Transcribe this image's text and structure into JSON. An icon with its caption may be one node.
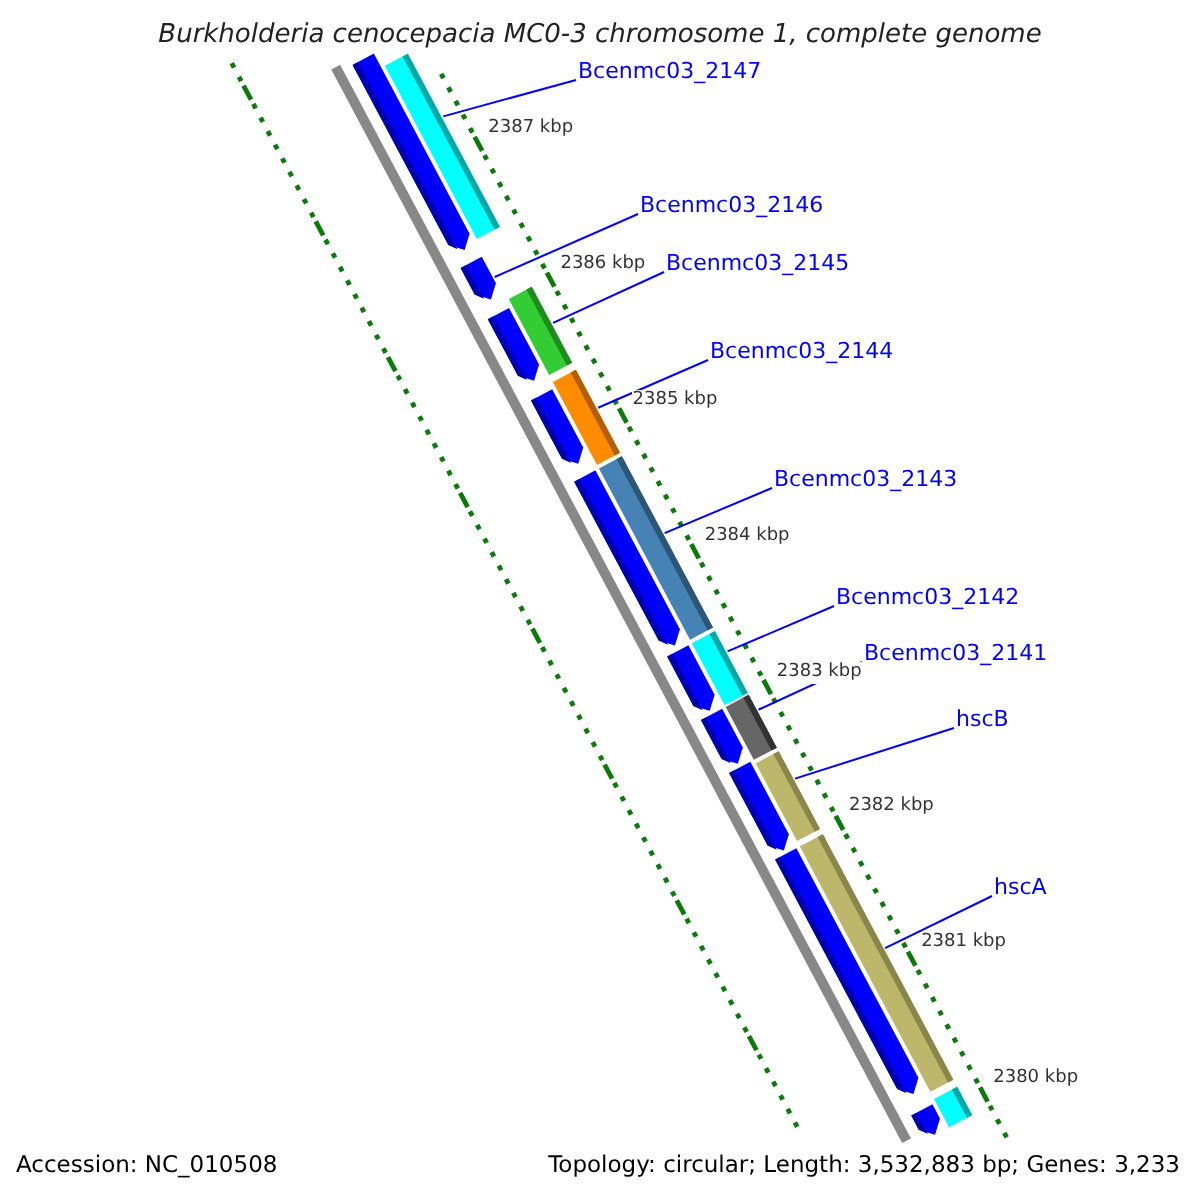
{
  "diagram": {
    "title": "Burkholderia cenocepacia MC0-3 chromosome 1, complete genome",
    "nodes": [
      {
        "text": [
          "Bcenmc03_2147"
        ]
      },
      {
        "text": [
          "Bcenmc03_2146"
        ]
      },
      {
        "text": [
          "Bcenmc03_2145"
        ]
      },
      {
        "text": [
          "Bcenmc03_2144"
        ]
      },
      {
        "text": [
          "Bcenmc03_2143"
        ]
      },
      {
        "text": [
          "Bcenmc03_2142"
        ]
      },
      {
        "text": [
          "Bcenmc03_2141"
        ]
      },
      {
        "text": [
          "hscB"
        ]
      },
      {
        "text": [
          "hscA"
        ]
      },
      {
        "text": [],
        "shape": "arrow"
      },
      {
        "text": [],
        "shape": "bar"
      },
      {
        "text": [],
        "shape": "arrow"
      },
      {
        "text": [],
        "shape": "bar"
      },
      {
        "text": [],
        "shape": "arrow"
      },
      {
        "text": [],
        "shape": "bar"
      },
      {
        "text": [],
        "shape": "arrow"
      },
      {
        "text": [],
        "shape": "bar"
      },
      {
        "text": [],
        "shape": "arrow"
      },
      {
        "text": [],
        "shape": "bar"
      },
      {
        "text": [],
        "shape": "arrow"
      },
      {
        "text": [],
        "shape": "bar"
      },
      {
        "text": [],
        "shape": "arrow"
      },
      {
        "text": [],
        "shape": "bar"
      },
      {
        "text": [],
        "shape": "arrow"
      },
      {
        "text": [],
        "shape": "bar"
      },
      {
        "text": [],
        "shape": "arrow"
      },
      {
        "text": [],
        "shape": "bar"
      },
      {
        "text": [],
        "shape": "arrow"
      }
    ],
    "edges": [
      {
        "from": 0,
        "to": 10,
        "arrow": "none"
      },
      {
        "from": 1,
        "to": 11,
        "arrow": "none"
      },
      {
        "from": 2,
        "to": 12,
        "arrow": "none"
      },
      {
        "from": 3,
        "to": 14,
        "arrow": "none"
      },
      {
        "from": 4,
        "to": 16,
        "arrow": "none"
      },
      {
        "from": 5,
        "to": 18,
        "arrow": "none"
      },
      {
        "from": 6,
        "to": 20,
        "arrow": "none"
      },
      {
        "from": 7,
        "to": 22,
        "arrow": "none"
      },
      {
        "from": 8,
        "to": 24,
        "arrow": "none"
      }
    ],
    "labels": [
      "2387 kbp",
      "2386 kbp",
      "2385 kbp",
      "2384 kbp",
      "2383 kbp",
      "2382 kbp",
      "2381 kbp",
      "2380 kbp",
      "Accession: NC_010508",
      "Topology: circular; Length: 3,532,883 bp; Genes: 3,233"
    ]
  }
}
